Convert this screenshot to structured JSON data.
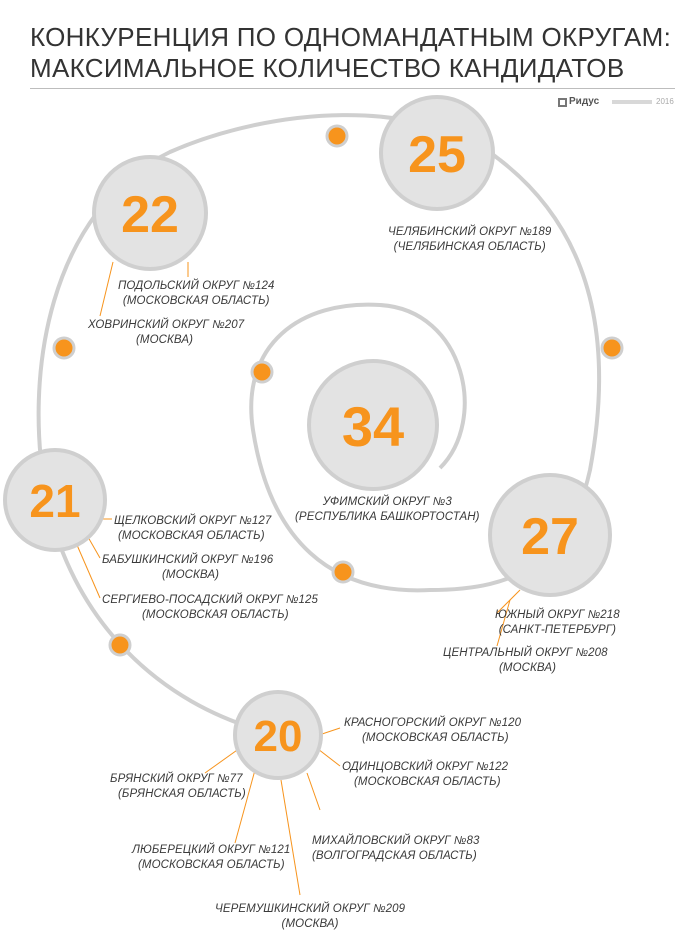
{
  "title": {
    "line1": "КОНКУРЕНЦИЯ ПО ОДНОМАНДАТНЫМ ОКРУГАМ:",
    "line2": "МАКСИМАЛЬНОЕ КОЛИЧЕСТВО КАНДИДАТОВ"
  },
  "logo": {
    "name": "Ридус",
    "year": "2016"
  },
  "colors": {
    "accent": "#f7941d",
    "circle": "#e3e3e3",
    "stroke": "#cfcfcf"
  },
  "nodes": [
    {
      "count": "22",
      "districts": [
        {
          "name": "ПОДОЛЬСКИЙ ОКРУГ №124",
          "region": "(МОСКОВСКАЯ ОБЛАСТЬ)"
        },
        {
          "name": "ХОВРИНСКИЙ ОКРУГ №207",
          "region": "(МОСКВА)"
        }
      ]
    },
    {
      "count": "25",
      "districts": [
        {
          "name": "ЧЕЛЯБИНСКИЙ ОКРУГ №189",
          "region": "(ЧЕЛЯБИНСКАЯ ОБЛАСТЬ)"
        }
      ]
    },
    {
      "count": "34",
      "districts": [
        {
          "name": "УФИМСКИЙ ОКРУГ №3",
          "region": "(РЕСПУБЛИКА БАШКОРТОСТАН)"
        }
      ]
    },
    {
      "count": "21",
      "districts": [
        {
          "name": "ЩЕЛКОВСКИЙ ОКРУГ №127",
          "region": "(МОСКОВСКАЯ ОБЛАСТЬ)"
        },
        {
          "name": "БАБУШКИНСКИЙ ОКРУГ №196",
          "region": "(МОСКВА)"
        },
        {
          "name": "СЕРГИЕВО-ПОСАДСКИЙ ОКРУГ №125",
          "region": "(МОСКОВСКАЯ ОБЛАСТЬ)"
        }
      ]
    },
    {
      "count": "27",
      "districts": [
        {
          "name": "ЮЖНЫЙ ОКРУГ №218",
          "region": "(САНКТ-ПЕТЕРБУРГ)"
        },
        {
          "name": "ЦЕНТРАЛЬНЫЙ ОКРУГ №208",
          "region": "(МОСКВА)"
        }
      ]
    },
    {
      "count": "20",
      "districts": [
        {
          "name": "КРАСНОГОРСКИЙ ОКРУГ №120",
          "region": "(МОСКОВСКАЯ ОБЛАСТЬ)"
        },
        {
          "name": "ОДИНЦОВСКИЙ ОКРУГ №122",
          "region": "(МОСКОВСКАЯ ОБЛАСТЬ)"
        },
        {
          "name": "БРЯНСКИЙ ОКРУГ №77",
          "region": "(БРЯНСКАЯ ОБЛАСТЬ)"
        },
        {
          "name": "ЛЮБЕРЕЦКИЙ ОКРУГ №121",
          "region": "(МОСКОВСКАЯ ОБЛАСТЬ)"
        },
        {
          "name": "МИХАЙЛОВСКИЙ ОКРУГ №83",
          "region": "(ВОЛГОГРАДСКАЯ ОБЛАСТЬ)"
        },
        {
          "name": "ЧЕРЕМУШКИНСКИЙ ОКРУГ №209",
          "region": "(МОСКВА)"
        }
      ]
    }
  ]
}
